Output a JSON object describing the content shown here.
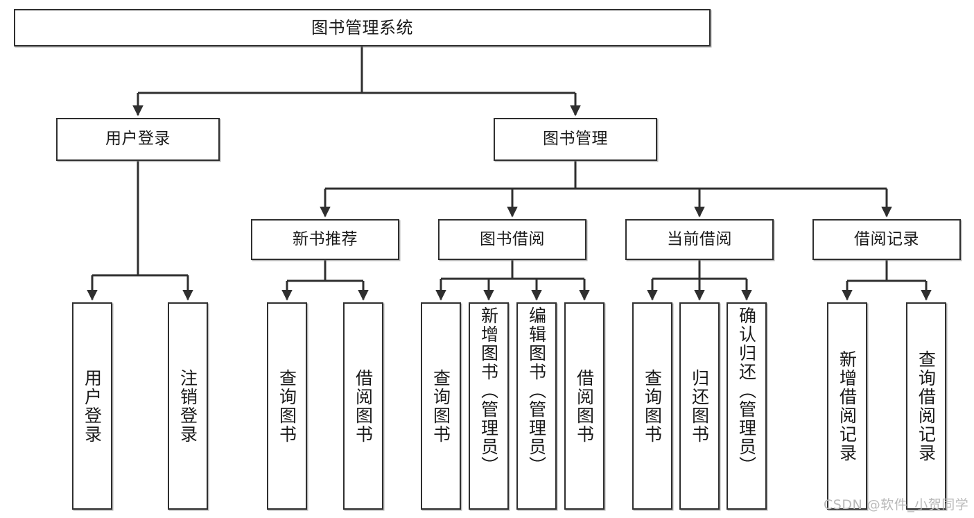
{
  "diagram": {
    "type": "tree-hierarchy-diagram",
    "title": "图书管理系统",
    "orientation": "top-down",
    "line_color": "#2f2f2f",
    "box_fill": "#ffffff",
    "text_color": "#1a1a1a"
  },
  "nodes": {
    "root": {
      "label": "图书管理系统",
      "level": 1
    },
    "level2": [
      {
        "id": "user-login",
        "label": "用户登录"
      },
      {
        "id": "book-management",
        "label": "图书管理"
      }
    ],
    "level3": [
      {
        "id": "new-book-recommend",
        "label": "新书推荐"
      },
      {
        "id": "book-borrow",
        "label": "图书借阅"
      },
      {
        "id": "current-borrow",
        "label": "当前借阅"
      },
      {
        "id": "borrow-record",
        "label": "借阅记录"
      }
    ],
    "leaves": {
      "user_login": [
        {
          "id": "leaf-user-login",
          "label": "用户登录"
        },
        {
          "id": "leaf-logout-login",
          "label": "注销登录"
        }
      ],
      "new_book_recommend": [
        {
          "id": "leaf-query-book-1",
          "label": "查询图书"
        },
        {
          "id": "leaf-borrow-book-1",
          "label": "借阅图书"
        }
      ],
      "book_borrow": [
        {
          "id": "leaf-query-book-2",
          "label": "查询图书"
        },
        {
          "id": "leaf-add-book",
          "label": "新增图书（管理员）"
        },
        {
          "id": "leaf-edit-book",
          "label": "编辑图书（管理员）"
        },
        {
          "id": "leaf-borrow-book-2",
          "label": "借阅图书"
        }
      ],
      "current_borrow": [
        {
          "id": "leaf-query-book-3",
          "label": "查询图书"
        },
        {
          "id": "leaf-return-book",
          "label": "归还图书"
        },
        {
          "id": "leaf-confirm-return",
          "label": "确认归还（管理员）"
        }
      ],
      "borrow_record": [
        {
          "id": "leaf-add-record",
          "label": "新增借阅记录"
        },
        {
          "id": "leaf-query-record",
          "label": "查询借阅记录"
        }
      ]
    }
  },
  "watermark": {
    "text": "CSDN @软件_小贺同学"
  }
}
